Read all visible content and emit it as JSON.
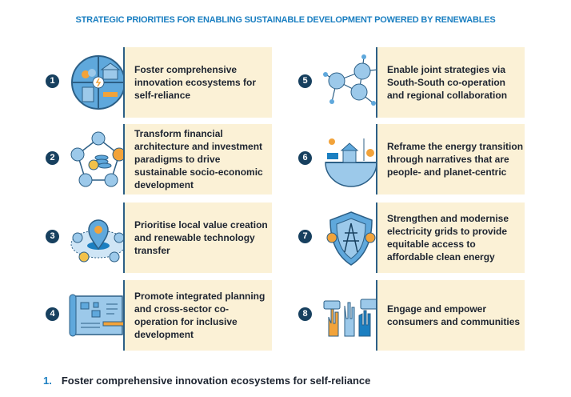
{
  "title": "STRATEGIC PRIORITIES FOR ENABLING SUSTAINABLE DEVELOPMENT POWERED BY RENEWABLES",
  "priorities": [
    {
      "number": "1",
      "text": "Foster comprehensive innovation ecosystems for self-reliance",
      "icon": "innovation-ecosystem-icon"
    },
    {
      "number": "2",
      "text": "Transform financial architecture and investment paradigms to drive sustainable socio-economic development",
      "icon": "finance-network-icon"
    },
    {
      "number": "3",
      "text": "Prioritise local value creation and renewable technology transfer",
      "icon": "local-value-pin-icon"
    },
    {
      "number": "4",
      "text": "Promote integrated planning and cross-sector co-operation for inclusive development",
      "icon": "planning-blueprint-icon"
    },
    {
      "number": "5",
      "text": "Enable joint strategies via South-South co-operation and regional collaboration",
      "icon": "collaboration-network-icon"
    },
    {
      "number": "6",
      "text": "Reframe the energy transition through narratives that are people- and planet-centric",
      "icon": "people-planet-icon"
    },
    {
      "number": "7",
      "text": "Strengthen and modernise electricity grids to provide equitable access to affordable clean energy",
      "icon": "grid-shield-icon"
    },
    {
      "number": "8",
      "text": "Engage and empower consumers and communities",
      "icon": "raised-hands-icon"
    }
  ],
  "section_heading": {
    "number": "1.",
    "text": "Foster comprehensive innovation ecosystems for self-reliance"
  },
  "colors": {
    "accent": "#1b7fc1",
    "card": "#fbf1d6",
    "navy": "#17405f",
    "orange": "#f2a33a"
  }
}
